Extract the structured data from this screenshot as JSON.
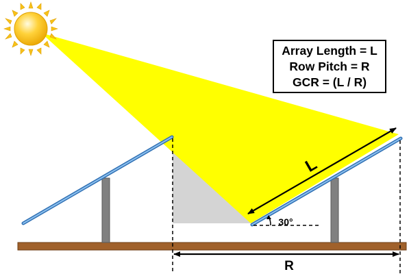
{
  "legend": {
    "lines": [
      "Array Length = L",
      "Row Pitch = R",
      "GCR = (L / R)"
    ]
  },
  "labels": {
    "array_length": "L",
    "row_pitch": "R",
    "tilt_angle": "30°"
  },
  "colors": {
    "sunlight": "#ffff00",
    "sun": "#f5b800",
    "sun_rays": "#f7c21a",
    "shadow": "#d4d4d4",
    "panel": "#5b9bd5",
    "post": "#808080",
    "ground": "#a0612b"
  },
  "icons": [
    "sun-icon"
  ]
}
